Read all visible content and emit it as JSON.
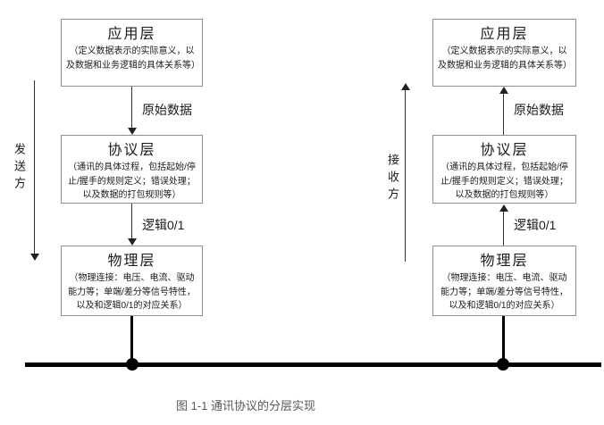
{
  "sender": {
    "role_label": "发送方",
    "flow_direction": "down",
    "layers": [
      {
        "title": "应用层",
        "desc": "（定义数据表示的实际意义，以及数据和业务逻辑的具体关系等）"
      },
      {
        "title": "协议层",
        "desc": "（通讯的具体过程，包括起始/停止/握手的规则定义；错误处理；以及数据的打包规则等）"
      },
      {
        "title": "物理层",
        "desc": "（物理连接：电压、电流、驱动能力等；单端/差分等信号特性，以及和逻辑0/1的对应关系）"
      }
    ],
    "flow_labels": [
      "原始数据",
      "逻辑0/1"
    ]
  },
  "receiver": {
    "role_label": "接收方",
    "flow_direction": "up",
    "layers": [
      {
        "title": "应用层",
        "desc": "（定义数据表示的实际意义，以及数据和业务逻辑的具体关系等）"
      },
      {
        "title": "协议层",
        "desc": "（通讯的具体过程，包括起始/停止/握手的规则定义；错误处理；以及数据的打包规则等）"
      },
      {
        "title": "物理层",
        "desc": "（物理连接：电压、电流、驱动能力等；单端/差分等信号特性，以及和逻辑0/1的对应关系）"
      }
    ],
    "flow_labels": [
      "原始数据",
      "逻辑0/1"
    ]
  },
  "caption": "图 1-1 通讯协议的分层实现",
  "colors": {
    "box_border": "#8f8f8f",
    "line": "#333333",
    "bus": "#000000",
    "caption": "#595959"
  }
}
